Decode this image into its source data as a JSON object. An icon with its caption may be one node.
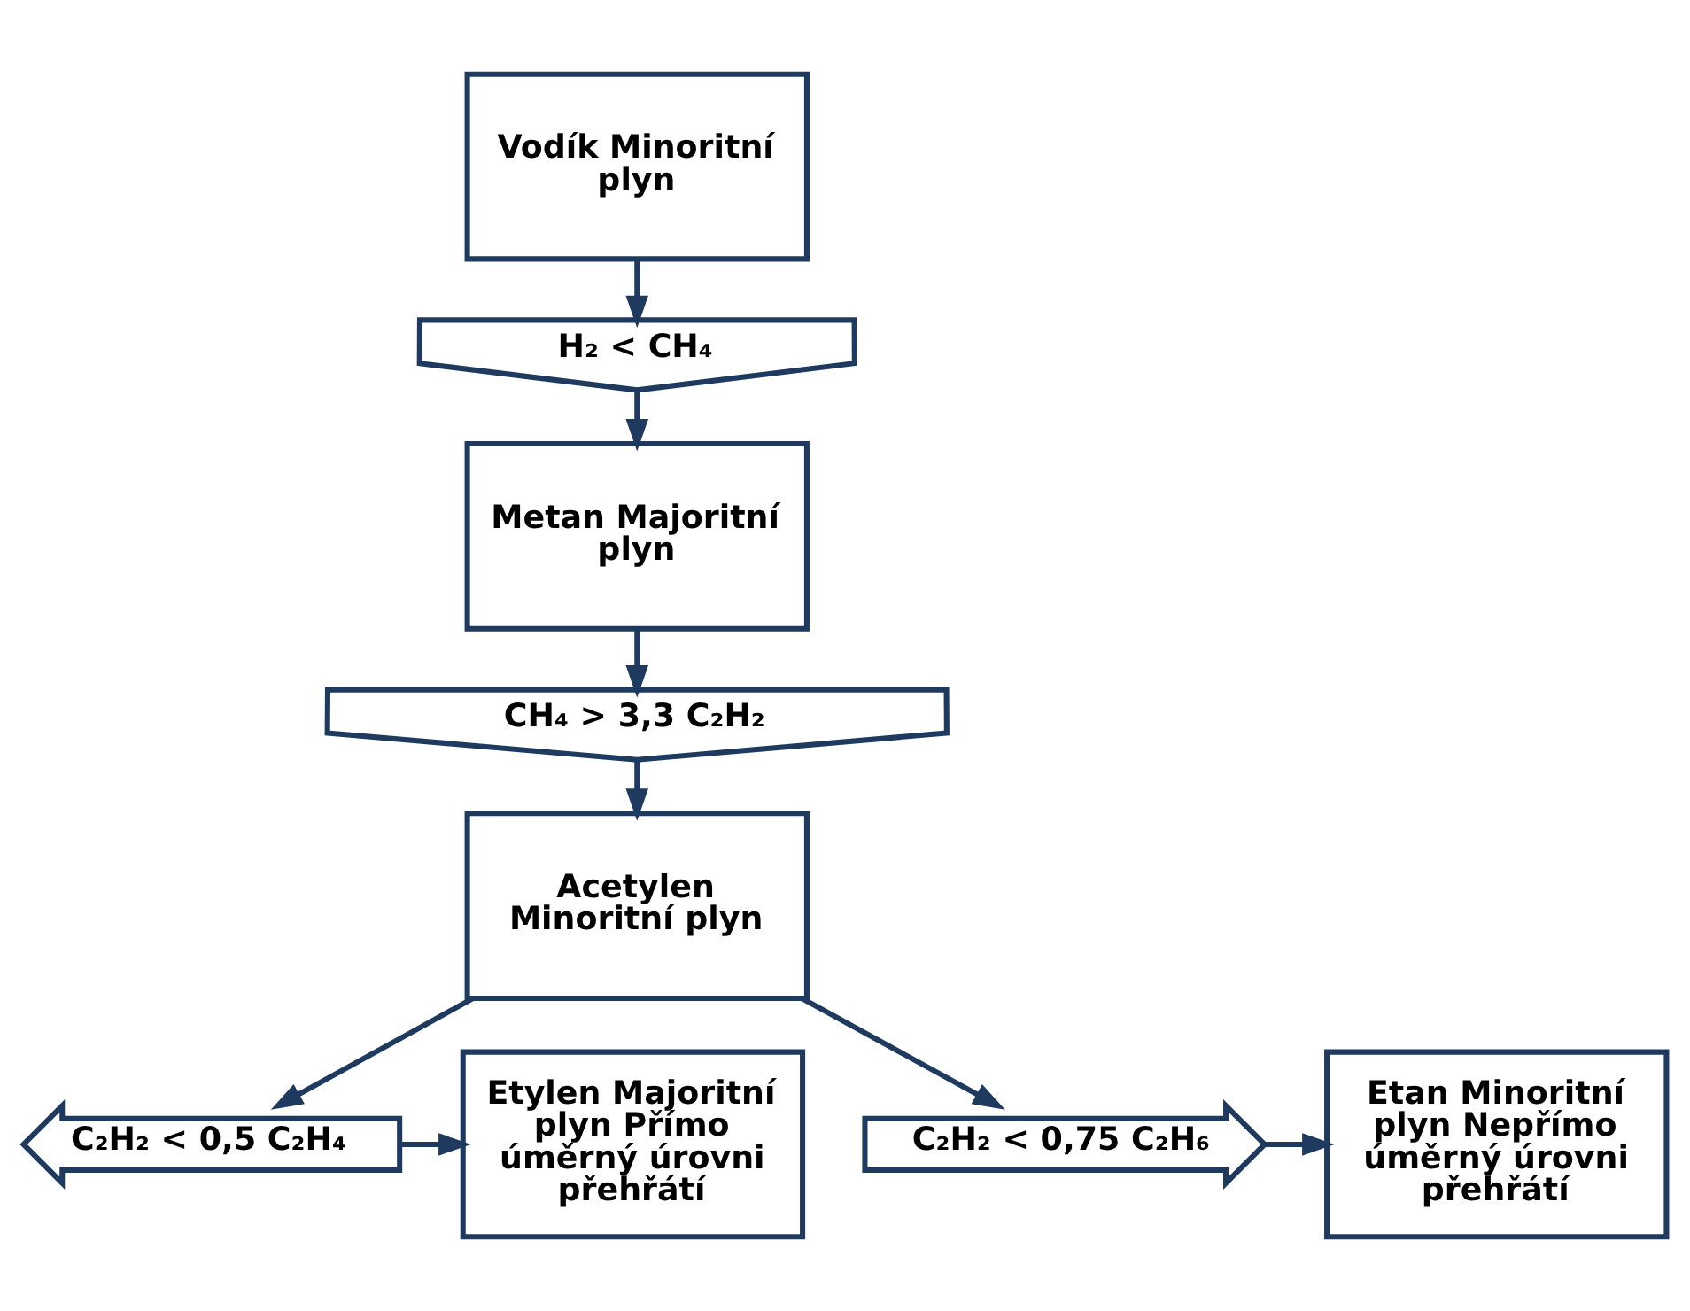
{
  "diagram": {
    "nodes": [
      {
        "text": [
          "Vodík Minoritní plyn"
        ]
      },
      {
        "text": [
          "H₂ < CH₄"
        ]
      },
      {
        "text": [
          "Metan Majoritní plyn"
        ]
      },
      {
        "text": [
          "CH₄ > 3,3 C₂H₂"
        ]
      },
      {
        "text": [
          "Acetylen Minoritní plyn"
        ]
      },
      {
        "text": [
          "C₂H₂ < 0,5 C₂H₄"
        ]
      },
      {
        "text": [
          "C₂H₂ < 0,75 C₂H₆"
        ]
      },
      {
        "text": [
          "Etylen Majoritní plyn Přímo úměrný úrovni přehřátí"
        ]
      },
      {
        "text": [
          "Etan Minoritní plyn Nepřímo úměrný úrovni přehřátí"
        ]
      }
    ],
    "edges": [
      {
        "from": 0,
        "to": 1,
        "arrow": "to"
      },
      {
        "from": 1,
        "to": 2,
        "arrow": "to"
      },
      {
        "from": 2,
        "to": 3,
        "arrow": "to"
      },
      {
        "from": 3,
        "to": 4,
        "arrow": "to"
      },
      {
        "from": 4,
        "to": 5,
        "arrow": "to"
      },
      {
        "from": 4,
        "to": 6,
        "arrow": "to"
      },
      {
        "from": 5,
        "to": 7,
        "arrow": "to"
      },
      {
        "from": 6,
        "to": 8,
        "arrow": "to"
      }
    ]
  }
}
